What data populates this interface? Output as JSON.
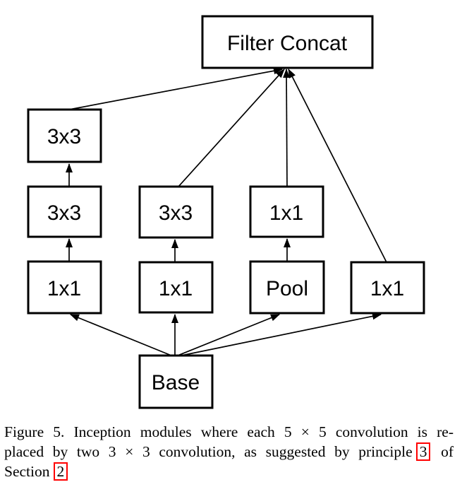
{
  "figure": {
    "nodes": {
      "filter_concat": "Filter Concat",
      "conv3x3_stack_top": "3x3",
      "conv3x3_stack_mid": "3x3",
      "conv1x1_left": "1x1",
      "conv3x3_mid": "3x3",
      "conv1x1_mid": "1x1",
      "conv1x1_pool_top": "1x1",
      "pool": "Pool",
      "conv1x1_right": "1x1",
      "base": "Base"
    },
    "edges": [
      {
        "from": "base",
        "to": "conv1x1_left"
      },
      {
        "from": "base",
        "to": "conv1x1_mid"
      },
      {
        "from": "base",
        "to": "pool"
      },
      {
        "from": "base",
        "to": "conv1x1_right"
      },
      {
        "from": "conv1x1_left",
        "to": "conv3x3_stack_mid"
      },
      {
        "from": "conv3x3_stack_mid",
        "to": "conv3x3_stack_top"
      },
      {
        "from": "conv1x1_mid",
        "to": "conv3x3_mid"
      },
      {
        "from": "pool",
        "to": "conv1x1_pool_top"
      },
      {
        "from": "conv3x3_stack_top",
        "to": "filter_concat"
      },
      {
        "from": "conv3x3_mid",
        "to": "filter_concat"
      },
      {
        "from": "conv1x1_pool_top",
        "to": "filter_concat"
      },
      {
        "from": "conv1x1_right",
        "to": "filter_concat"
      }
    ]
  },
  "caption": {
    "line1": "Figure 5. Inception modules where each 5 × 5 convolution is re-",
    "line2_pre": "placed by two 3 × 3 convolution, as suggested by principle",
    "ref_principle": "3",
    "line2_post": "of",
    "line3_pre": "Section",
    "ref_section": "2"
  },
  "colors": {
    "line": "#000000",
    "box_fill": "#ffffff",
    "link_box_border": "#ff0000",
    "background": "#ffffff"
  }
}
